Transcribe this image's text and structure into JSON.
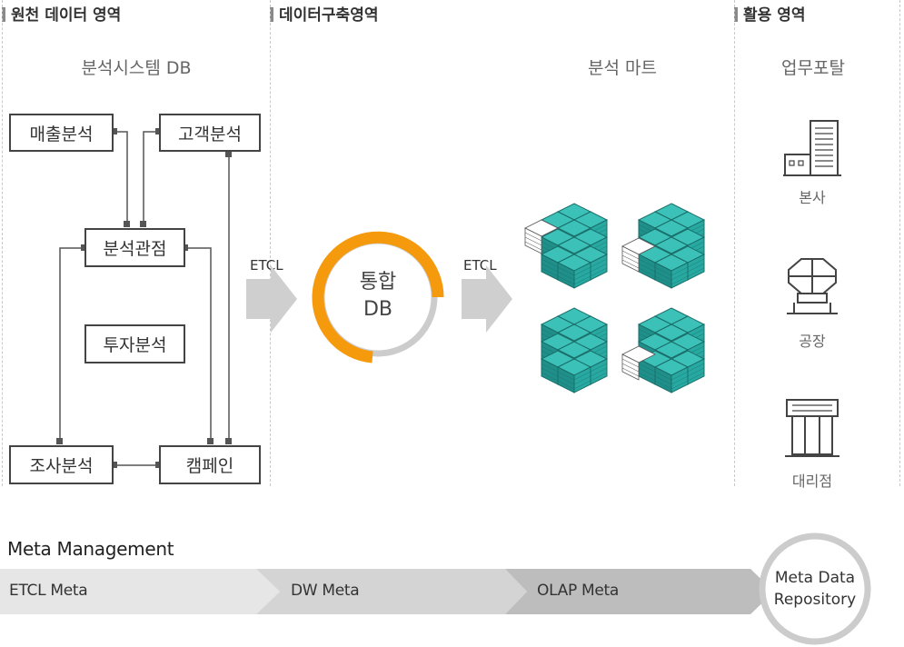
{
  "sections": {
    "source": "원천 데이터 영역",
    "build": "데이터구축영역",
    "usage": "활용 영역"
  },
  "source_area": {
    "subtitle": "분석시스템 DB",
    "boxes": {
      "sales": "매출분석",
      "customer": "고객분석",
      "analysis_view": "분석관점",
      "investment": "투자분석",
      "survey": "조사분석",
      "campaign": "캠페인"
    }
  },
  "build_area": {
    "etcl_left": "ETCL",
    "etcl_right": "ETCL",
    "db_line1": "통합",
    "db_line2": "DB",
    "mart_title": "분석 마트"
  },
  "usage_area": {
    "title": "업무포탈",
    "items": [
      "본사",
      "공장",
      "대리점"
    ]
  },
  "meta": {
    "title": "Meta Management",
    "steps": [
      "ETCL Meta",
      "DW Meta",
      "OLAP Meta"
    ],
    "repo_line1": "Meta Data",
    "repo_line2": "Repository"
  },
  "colors": {
    "teal": "#27a9a2",
    "teal_dark": "#1a7b76",
    "orange": "#f59a0c",
    "gray_ring": "#cccccc",
    "arrow": "#cfcfcf"
  }
}
